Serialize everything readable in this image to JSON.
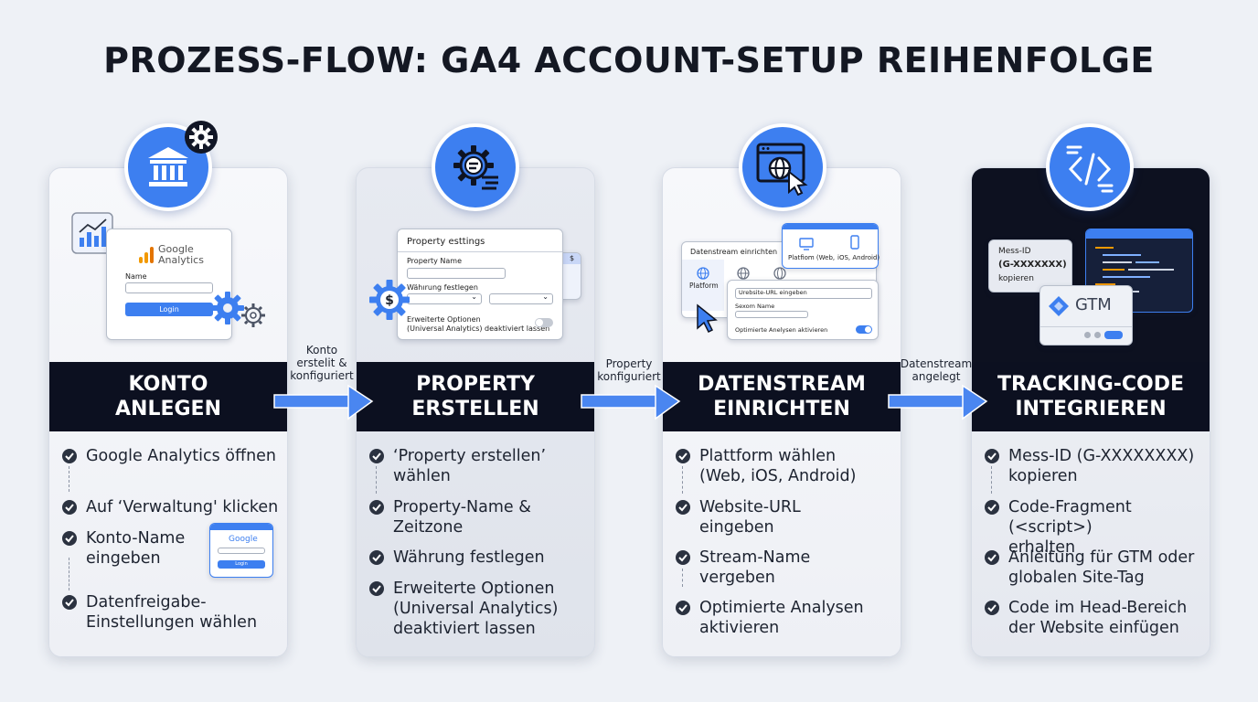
{
  "title": "PROZESS-FLOW: GA4 ACCOUNT-SETUP REIHENFOLGE",
  "colors": {
    "accent": "#3d7ff0",
    "band": "#0c1020",
    "arrow": "#4a86f0"
  },
  "cards": [
    {
      "icon": "bank-icon",
      "title_line1": "KONTO",
      "title_line2": "ANLEGEN",
      "mock": {
        "brand_line1": "Google",
        "brand_line2": "Analytics",
        "name_label": "Name",
        "login_button": "Login",
        "mini_brand": "Google",
        "mini_button": "Login"
      },
      "steps": [
        "Google Analytics öffnen",
        "Auf ‘Verwaltung' klicken",
        "Konto-Name\neingeben",
        "Datenfreigabe-\nEinstellungen wählen"
      ]
    },
    {
      "icon": "gear-document-icon",
      "title_line1": "PROPERTY",
      "title_line2": "ERSTELLEN",
      "mock": {
        "header": "Property esttings",
        "name_label": "Property Name",
        "currency_label": "Wähırung festlegen",
        "options_line1": "Erweiterte Optionen",
        "options_line2": "(Universal Analytics) deaktiviert lassen",
        "side_tab": "$"
      },
      "steps": [
        "‘Property erstellen’\nwählen",
        "Property-Name &\nZeitzone",
        "Währung festlegen",
        "Erweiterte Optionen\n(Universal Analytics)\ndeaktiviert lassen"
      ]
    },
    {
      "icon": "browser-globe-icon",
      "title_line1": "DATENSTREAM",
      "title_line2": "EINRICHTEN",
      "mock": {
        "header": "Datenstream einrichten",
        "platform": "Platform",
        "popup_web": "Platfiom (Web,",
        "popup_ios": "iOS, Android)",
        "url_field": "Urebsite-URL eingeben",
        "stream_label": "Sexom Name",
        "optimize": "Optimierte Anelysen aktivieren"
      },
      "steps": [
        "Plattform wählen\n(Web, iOS, Android)",
        "Website-URL\neingeben",
        "Stream-Name\nvergeben",
        "Optimierte Analysen\naktivieren"
      ]
    },
    {
      "icon": "code-icon",
      "title_line1": "TRACKING-CODE",
      "title_line2": "INTEGRIEREN",
      "mock": {
        "tooltip_line1": "Mess-ID",
        "tooltip_line2": "(G-XXXXXXX)",
        "tooltip_line3": "kopieren",
        "gtm": "GTM"
      },
      "steps": [
        "Mess-ID (G-XXXXXXXX)\nkopieren",
        "Code-Fragment (<script>)\nerhalten",
        "Anleitung für GTM oder\nglobalen Site-Tag",
        "Code im Head-Bereich\nder Website einfügen"
      ]
    }
  ],
  "arrows": [
    "Konto\nerstelit &\nkonfiguriert",
    "Property\nkonfiguriert",
    "Datenstream\nangelegt"
  ]
}
